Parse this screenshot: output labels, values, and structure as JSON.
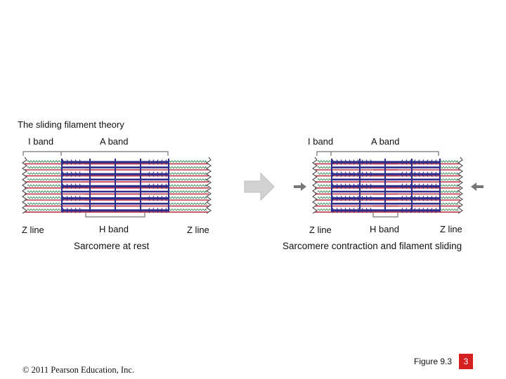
{
  "title": "The sliding filament theory",
  "rest": {
    "i_band": "I band",
    "a_band": "A band",
    "z_line_left": "Z line",
    "h_band": "H band",
    "z_line_right": "Z line",
    "caption": "Sarcomere at rest"
  },
  "contracted": {
    "i_band": "I band",
    "a_band": "A band",
    "z_line_left": "Z line",
    "h_band": "H band",
    "z_line_right": "Z line",
    "caption": "Sarcomere contraction and filament sliding"
  },
  "figure_label": "Figure 9.3",
  "page_number": "3",
  "copyright": "© 2011 Pearson Education, Inc.",
  "colors": {
    "thick_filament": "#2e2e8a",
    "thin_filament": "#c0394b",
    "titin": "#3a8a5e",
    "z_line": "#555555",
    "arrow": "#cfcfcf",
    "page_box": "#d42020"
  }
}
